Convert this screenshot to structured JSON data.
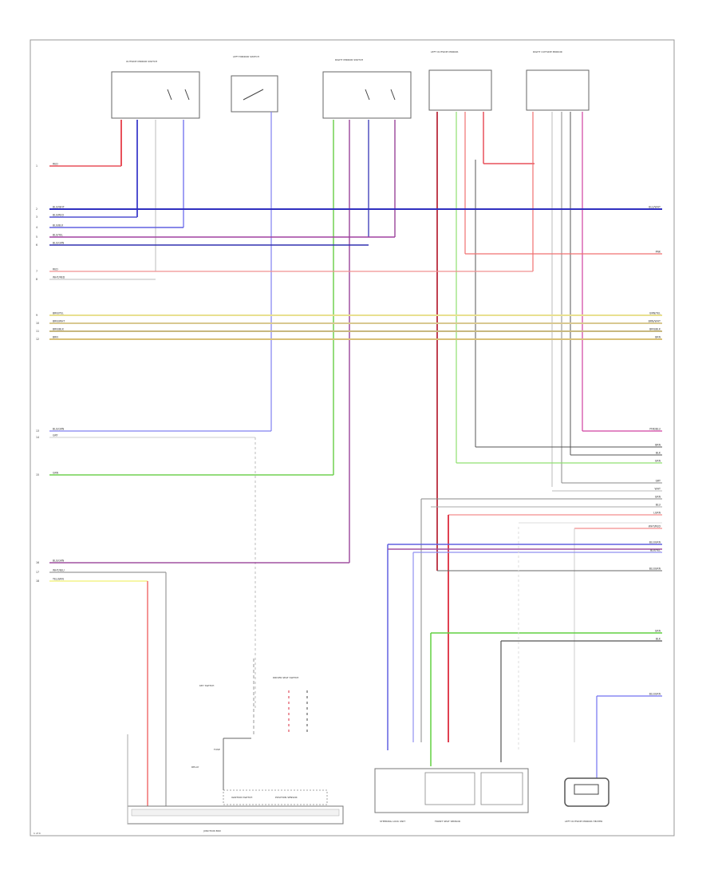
{
  "diagram": {
    "page_ref": "1 of 4",
    "components": {
      "outside_mirror_switch": "OUTSIDE MIRROR SWITCH",
      "left_mirror_switch": "LEFT MIRROR SWITCH",
      "right_mirror_switch": "RIGHT MIRROR SWITCH",
      "left_outside_mirror": "LEFT OUTSIDE MIRROR",
      "right_outside_mirror": "RIGHT OUTSIDE MIRROR",
      "steering_lock_unit": "STEERING LOCK UNIT",
      "driver_seat_switch": "DRIVER SEAT SWITCH",
      "key_switch": "KEY SWITCH",
      "junction_box": "JUNCTION BOX",
      "fuse_label": "FUSE",
      "relay_label": "RELAY",
      "ignition_switch": "IGNITION SWITCH",
      "position_sensor": "POSITION SENSOR",
      "front_seat_sensor": "FRONT SEAT SENSOR",
      "left_outside_mirror_heater": "LEFT OUTSIDE MIRROR HEATER"
    },
    "left_wires": [
      "RED",
      "BLU/WHT",
      "BLU/RED",
      "BLU/BLK",
      "BLU/YEL",
      "BLU/GRN",
      "RED",
      "WHT/RED",
      "BRN/YEL",
      "BRN/WHT",
      "BRN/BLK",
      "BRN",
      "BLU/GRN",
      "GRY",
      "GRN",
      "BLU/GRN",
      "WHT/BLU",
      "YEL/GRN"
    ],
    "left_pins": [
      "1",
      "2",
      "3",
      "4",
      "5",
      "6",
      "7",
      "8",
      "9",
      "10",
      "11",
      "12",
      "13",
      "14",
      "15",
      "16",
      "17",
      "18"
    ],
    "right_wires": [
      "BLU/WHT",
      "PNK",
      "BRN/YEL",
      "BRN/WHT",
      "BRN/BLK",
      "BRN",
      "PNK/BLU",
      "BRN",
      "BLK",
      "GRN",
      "GRY",
      "WHT",
      "GRN",
      "BLU",
      "LGRN",
      "WHT/RED",
      "BLU/GRN",
      "BLK/YEL",
      "BLU/GRN",
      "GRN",
      "BLK",
      "BLU/GRN"
    ]
  }
}
